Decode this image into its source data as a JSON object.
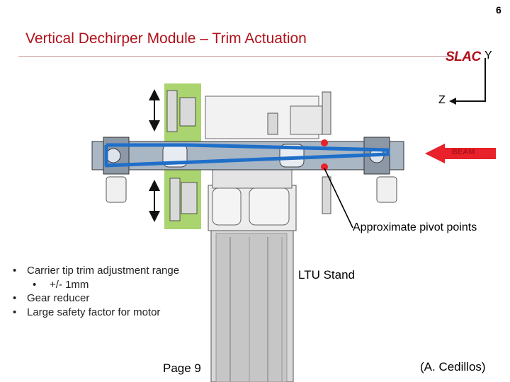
{
  "slide": {
    "number": "6",
    "title": "Vertical Dechirper Module – Trim Actuation",
    "logo": "SLAC"
  },
  "diagram": {
    "axis_y": "Y",
    "axis_z": "Z",
    "beam_label": "BEAM",
    "pivot_label": "Approximate pivot points",
    "stand_label": "LTU Stand",
    "colors": {
      "beam_arrow": "#e8212a",
      "beam_line": "#1f6fc9",
      "highlight": "#8ec63f",
      "pivot": "#e8212a"
    }
  },
  "bullets": [
    {
      "text": "Carrier tip trim adjustment range",
      "level": 1
    },
    {
      "text": "+/- 1mm",
      "level": 2
    },
    {
      "text": "Gear reducer",
      "level": 1
    },
    {
      "text": "Large safety factor for motor",
      "level": 1
    }
  ],
  "footer": {
    "page": "Page 9",
    "credit": "(A. Cedillos)"
  }
}
